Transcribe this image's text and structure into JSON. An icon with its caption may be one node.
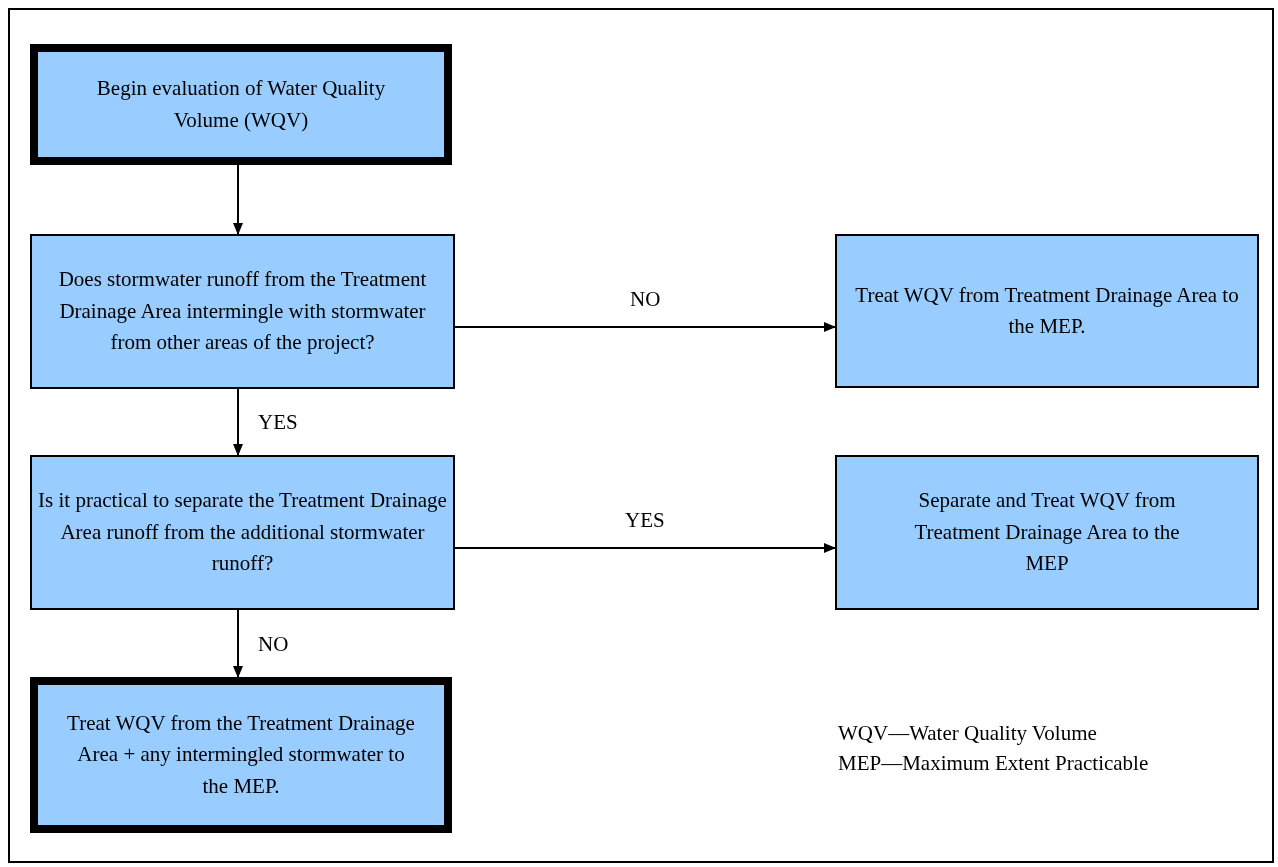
{
  "diagram": {
    "nodes": [
      {
        "text": [
          "Begin evaluation of Water Quality Volume (WQV)"
        ]
      },
      {
        "text": [
          "Does stormwater runoff from the Treatment Drainage Area intermingle with stormwater from other areas of the project?"
        ]
      },
      {
        "text": [
          "Treat WQV from Treatment Drainage Area to the MEP."
        ]
      },
      {
        "text": [
          "Is it practical to separate the Treatment Drainage Area runoff from the additional stormwater runoff?"
        ]
      },
      {
        "text": [
          "Separate and Treat WQV from Treatment Drainage Area to the MEP"
        ]
      },
      {
        "text": [
          "Treat WQV from the Treatment Drainage Area + any intermingled stormwater to the MEP."
        ]
      }
    ],
    "edges": [
      {
        "from": 0,
        "to": 1,
        "arrow": "to"
      },
      {
        "from": 1,
        "to": 2,
        "arrow": "to",
        "label": "NO"
      },
      {
        "from": 1,
        "to": 3,
        "arrow": "to",
        "label": "YES"
      },
      {
        "from": 3,
        "to": 4,
        "arrow": "to",
        "label": "YES"
      },
      {
        "from": 3,
        "to": 5,
        "arrow": "to",
        "label": "NO"
      }
    ],
    "labels": [
      "WQV—Water Quality Volume",
      "MEP—Maximum Extent Practicable"
    ]
  }
}
